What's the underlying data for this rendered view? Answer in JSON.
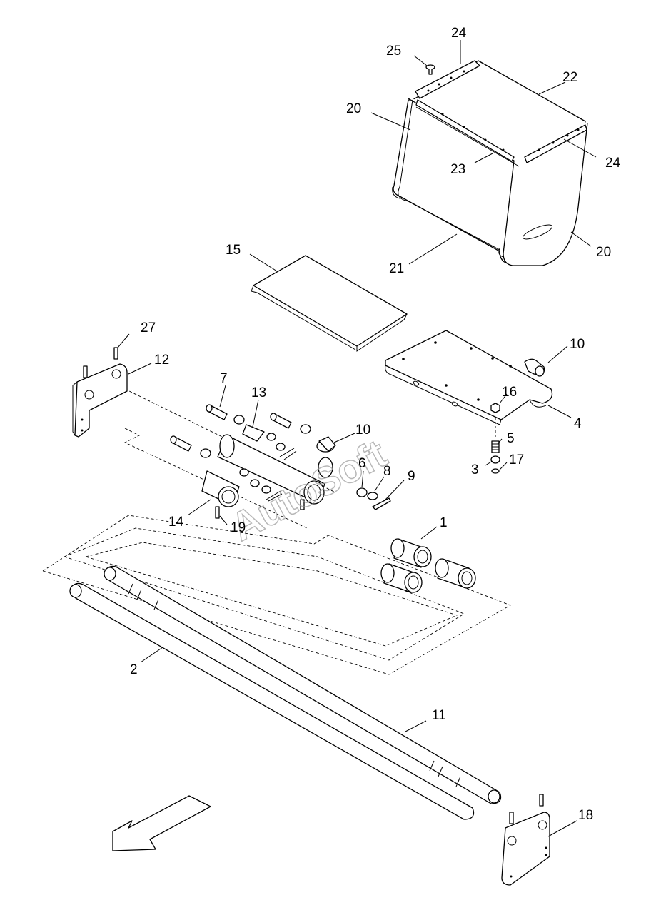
{
  "watermark": "AutoSoft",
  "callouts": {
    "c1": "1",
    "c2": "2",
    "c3": "3",
    "c4": "4",
    "c5": "5",
    "c6": "6",
    "c7": "7",
    "c8": "8",
    "c9": "9",
    "c10a": "10",
    "c10b": "10",
    "c11": "11",
    "c12": "12",
    "c13": "13",
    "c14": "14",
    "c15": "15",
    "c16": "16",
    "c17": "17",
    "c18": "18",
    "c19": "19",
    "c20a": "20",
    "c20b": "20",
    "c21": "21",
    "c22": "22",
    "c23": "23",
    "c24a": "24",
    "c24b": "24",
    "c25": "25",
    "c27": "27"
  },
  "icons": {
    "direction": "direction-arrow-icon"
  }
}
